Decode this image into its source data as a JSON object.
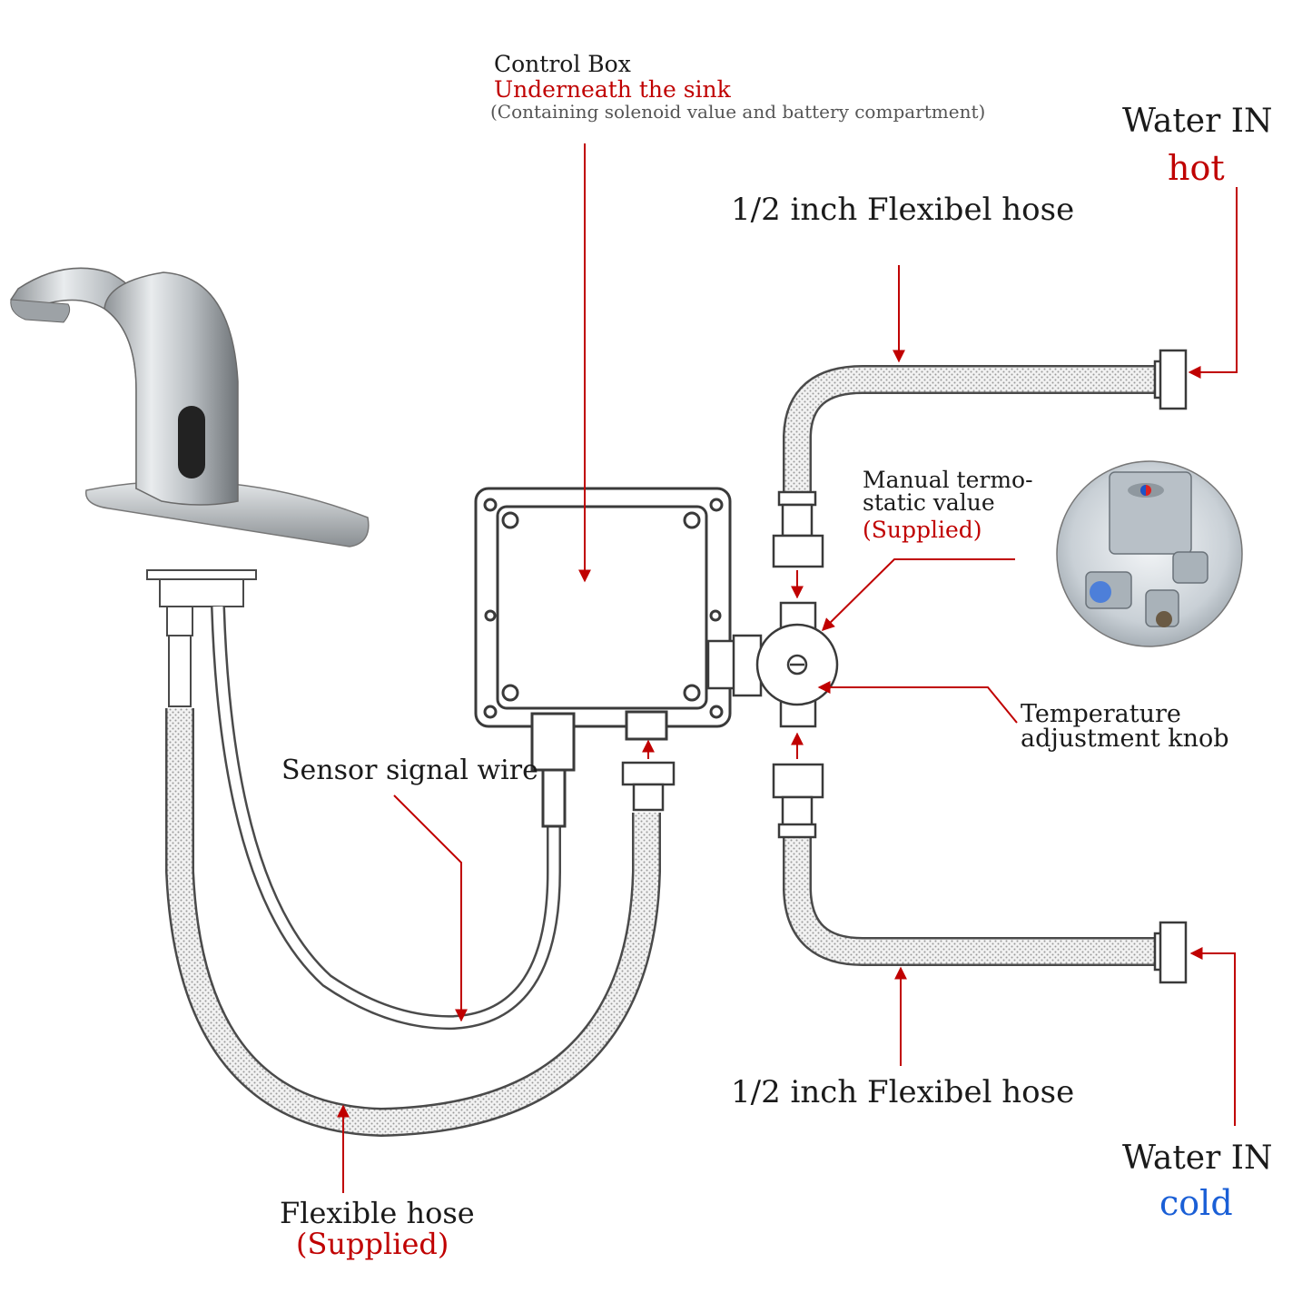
{
  "labels": {
    "control_box": {
      "title": "Control Box",
      "subtitle": "Underneath the sink",
      "note": "(Containing solenoid value and battery compartment)"
    },
    "water_in_hot": {
      "title": "Water IN",
      "temp": "hot"
    },
    "water_in_cold": {
      "title": "Water IN",
      "temp": "cold"
    },
    "hose_top": "1/2 inch Flexibel hose",
    "hose_bottom": "1/2 inch Flexibel hose",
    "thermostatic_valve": {
      "line1": "Manual termo-",
      "line2": "static value",
      "supplied": "(Supplied)"
    },
    "temperature_knob": {
      "line1": "Temperature",
      "line2": "adjustment knob"
    },
    "sensor_wire": "Sensor signal wire",
    "flexible_hose": {
      "title": "Flexible hose",
      "supplied": "(Supplied)"
    }
  },
  "colors": {
    "accent_red": "#c00000",
    "accent_blue": "#1a5fd6",
    "metal": "#bfc3c7",
    "outline": "#3a3a3a"
  }
}
